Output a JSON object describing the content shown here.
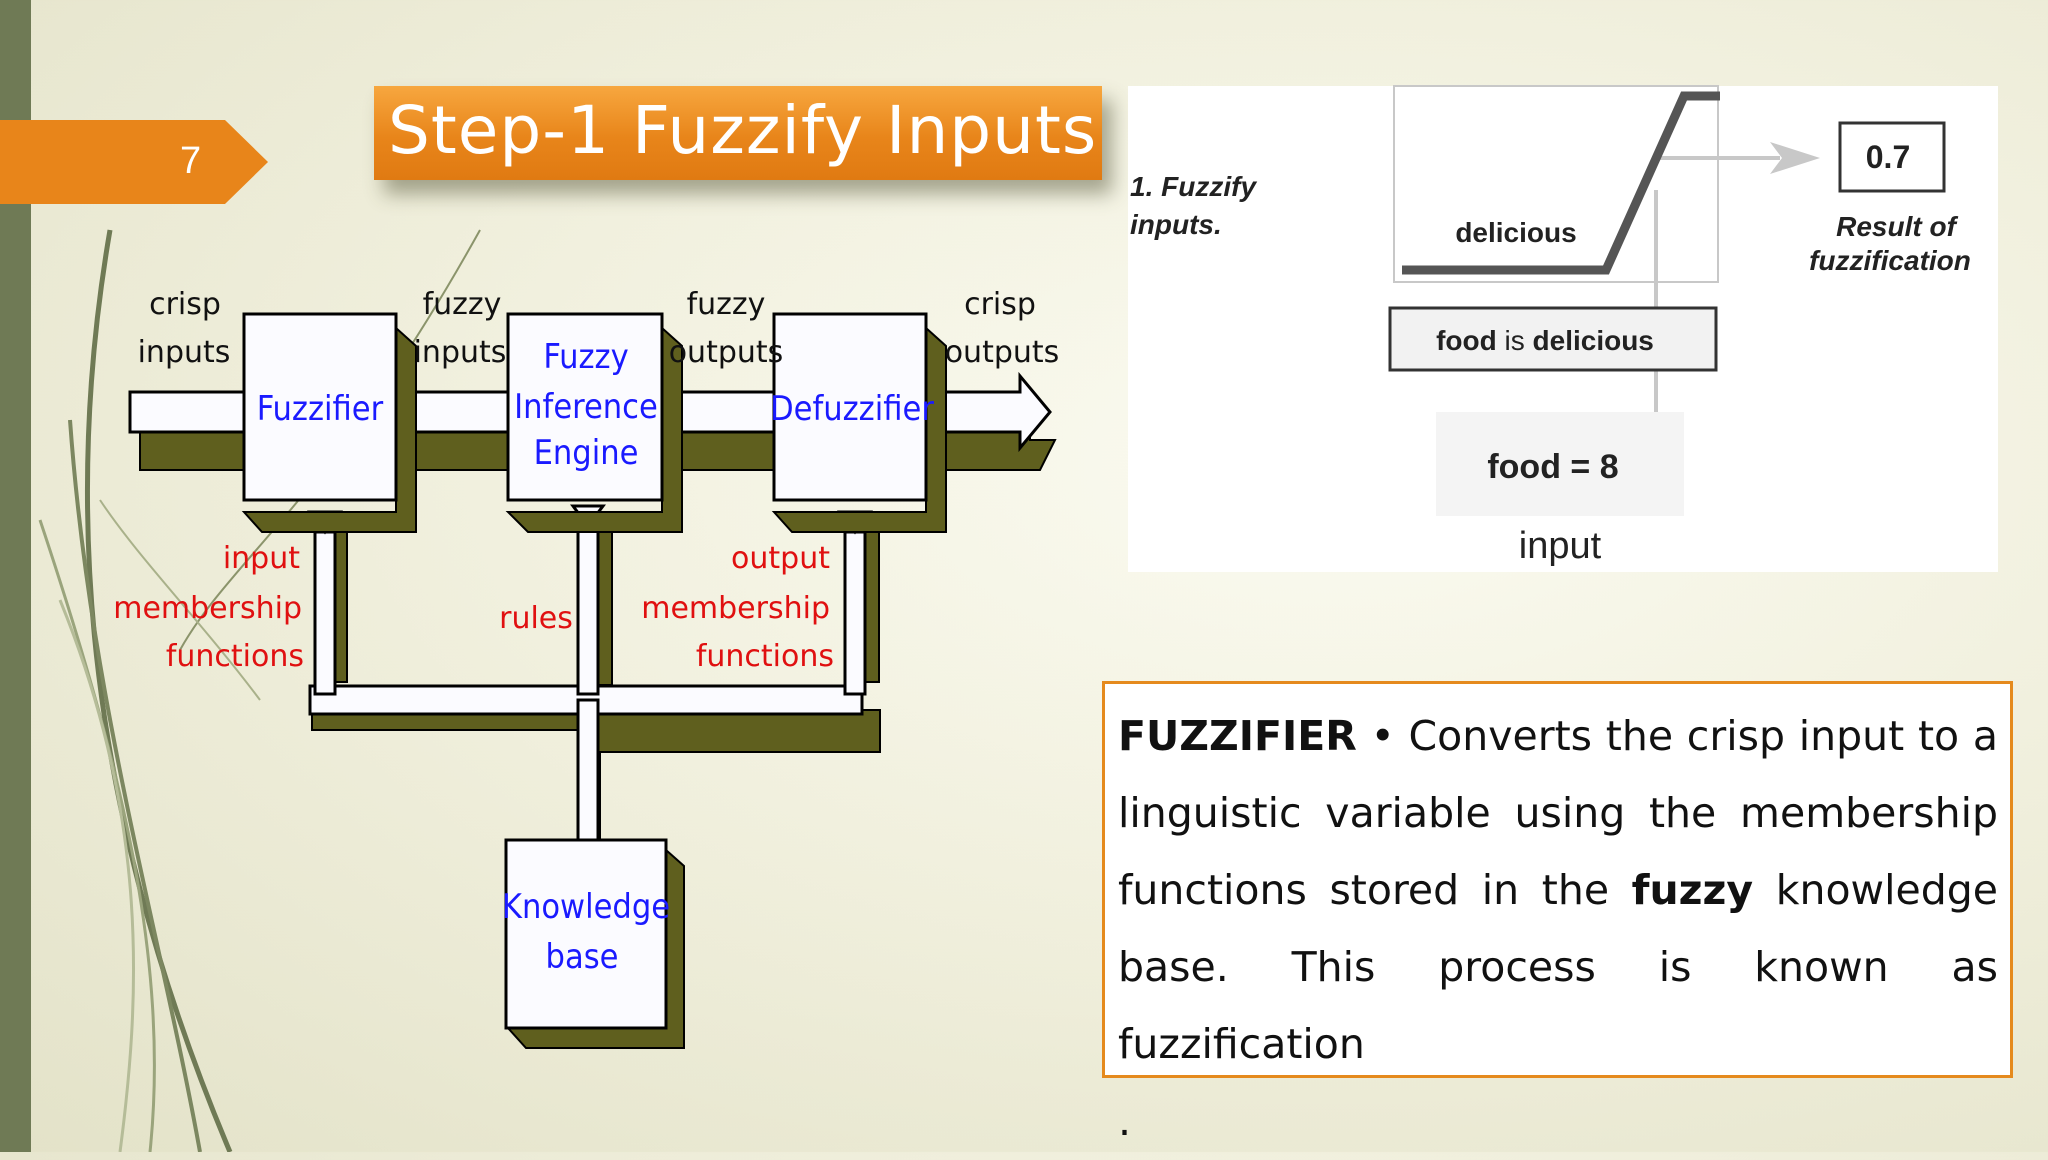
{
  "slide": {
    "number": "7",
    "title": "Step-1 Fuzzify Inputs"
  },
  "block_diagram": {
    "flow_labels": {
      "crisp_inputs": [
        "crisp",
        "inputs"
      ],
      "fuzzy_inputs": [
        "fuzzy",
        "inputs"
      ],
      "fuzzy_outputs": [
        "fuzzy",
        "outputs"
      ],
      "crisp_outputs": [
        "crisp",
        "outputs"
      ]
    },
    "blocks": {
      "fuzzifier": [
        "Fuzzifier"
      ],
      "inference": [
        "Fuzzy",
        "Inference",
        "Engine"
      ],
      "defuzzifier": [
        "Defuzzifier"
      ],
      "knowledge": [
        "Knowledge",
        "base"
      ]
    },
    "feed_labels": {
      "input_mf": [
        "input",
        "membership",
        "functions"
      ],
      "rules": [
        "rules"
      ],
      "output_mf": [
        "output",
        "membership",
        "functions"
      ]
    }
  },
  "fuzzify_panel": {
    "step_label": [
      "1. Fuzzify",
      "inputs."
    ],
    "set_name": "delicious",
    "rule_text": [
      "food",
      " is ",
      "delicious"
    ],
    "result_value": "0.7",
    "result_caption": [
      "Result of",
      "fuzzification"
    ],
    "input_value": "food = 8",
    "input_caption": "input"
  },
  "description": {
    "lead": "FUZZIFIER",
    "bullet": "•",
    "part1": "Converts the crisp input to a linguistic variable using the membership functions stored in the ",
    "emphasis": "fuzzy",
    "part2": " knowledge base. This process is known as fuzzification",
    "trailing": "."
  },
  "colors": {
    "accent_orange": "#e8851a",
    "sidebar_green": "#6f7a55",
    "block_text_blue": "#1a1aff",
    "feed_text_red": "#e01010",
    "shadow_olive": "#5f5f1e"
  }
}
